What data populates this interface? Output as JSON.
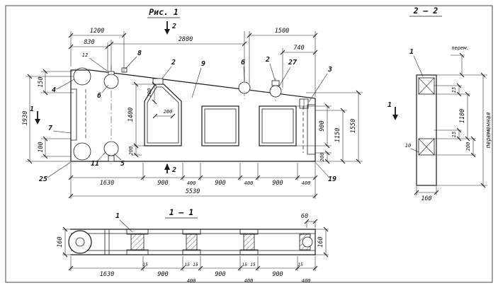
{
  "sheet": {
    "fig_title": "Рис. 1",
    "sec22_title": "2 — 2",
    "sec11_title": "1 — 1"
  },
  "cuts": {
    "c2": "2",
    "c1": "1"
  },
  "main": {
    "dims": {
      "d1200": "1200",
      "d830": "830",
      "d12": "12",
      "d2800": "2800",
      "d1500": "1500",
      "d740": "740",
      "d150": "150",
      "d1930": "1930",
      "d100": "100",
      "d1400": "1400",
      "d200_sill": "200",
      "d200_peak": "200",
      "d200_apex": "200",
      "d900": "900",
      "d1150": "1150",
      "d1550": "1550",
      "d200_right": "200",
      "total": "5530"
    },
    "chain": [
      "1630",
      "900",
      "400",
      "900",
      "400",
      "900",
      "400"
    ],
    "callouts": {
      "n8": "8",
      "n2": "2",
      "n9": "9",
      "n6": "6",
      "n27": "27",
      "n3": "3",
      "n4": "4",
      "n7": "7",
      "n11": "11",
      "n5": "5",
      "n25": "25",
      "n19": "19"
    }
  },
  "sec22": {
    "callout1": "1",
    "perem": "перем.",
    "d15a": "15",
    "d1100": "1100",
    "d15b": "15",
    "d200": "200",
    "d10": "10",
    "d160": "160",
    "peremennaya": "переменная"
  },
  "sec11": {
    "d160l": "160",
    "callout1": "1",
    "d60": "60",
    "d160r": "160",
    "chain": [
      "1630",
      "900",
      "900",
      "900"
    ],
    "small15": [
      "15",
      "15 15",
      "15 15",
      "15"
    ],
    "d400": [
      "400",
      "400",
      "400"
    ]
  }
}
